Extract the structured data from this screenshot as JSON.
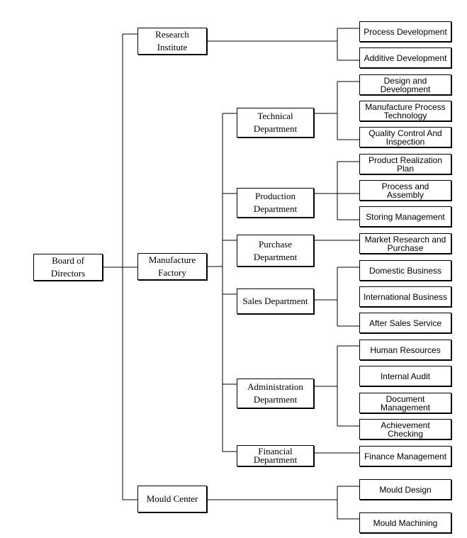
{
  "root": {
    "label": "Board of\nDirectors"
  },
  "divisions": {
    "research": {
      "label": "Research\nInstitute"
    },
    "factory": {
      "label": "Manufacture\nFactory"
    },
    "mould": {
      "label": "Mould Center"
    }
  },
  "departments": {
    "technical": {
      "label": "Technical\nDepartment"
    },
    "production": {
      "label": "Production\nDepartment"
    },
    "purchase": {
      "label": "Purchase\nDepartment"
    },
    "sales": {
      "label": "Sales Department"
    },
    "administration": {
      "label": "Administration\nDepartment"
    },
    "financial": {
      "label": "Financial\nDepartment"
    }
  },
  "units": {
    "process_development": "Process Development",
    "additive_development": "Additive Development",
    "design_development": "Design and\nDevelopment",
    "manufacture_process_technology": "Manufacture Process\nTechnology",
    "quality_control": "Quality Control And\nInspection",
    "product_realization": "Product Realization\nPlan",
    "process_assembly": "Process and\nAssembly",
    "storing_management": "Storing Management",
    "market_research": "Market Research and\nPurchase",
    "domestic_business": "Domestic Business",
    "international_business": "International Business",
    "after_sales": "After Sales Service",
    "human_resources": "Human Resources",
    "internal_audit": "Internal Audit",
    "document_management": "Document\nManagement",
    "achievement_checking": "Achievement\nChecking",
    "finance_management": "Finance Management",
    "mould_design": "Mould Design",
    "mould_machining": "Mould Machining"
  }
}
